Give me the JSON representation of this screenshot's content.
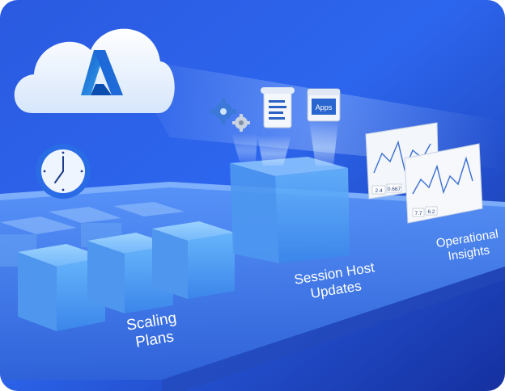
{
  "scene": {
    "cloud_label": "",
    "cube_labels": {
      "scaling_plans_line1": "Scaling",
      "scaling_plans_line2": "Plans",
      "session_host_line1": "Session Host",
      "session_host_line2": "Updates",
      "operational_line1": "Operational",
      "operational_line2": "Insights"
    },
    "apps_window_label": "Apps",
    "chart_card_1": {
      "stat_a": "2.4",
      "stat_b": "0.667"
    },
    "chart_card_2": {
      "stat_a": "7.7",
      "stat_b": "6.2"
    }
  },
  "colors": {
    "background_dark": "#1733a8",
    "background_mid": "#2f63e0",
    "background_light": "#5a8ef7",
    "platform": "#3f7ef0",
    "cube": "#5aa4f5",
    "accent_logo": "#1d6ad8",
    "text": "#ffffff"
  },
  "icons": [
    "azure-logo-icon",
    "clock-icon",
    "gear-icon",
    "document-icon",
    "apps-window-icon",
    "line-chart-icon"
  ]
}
